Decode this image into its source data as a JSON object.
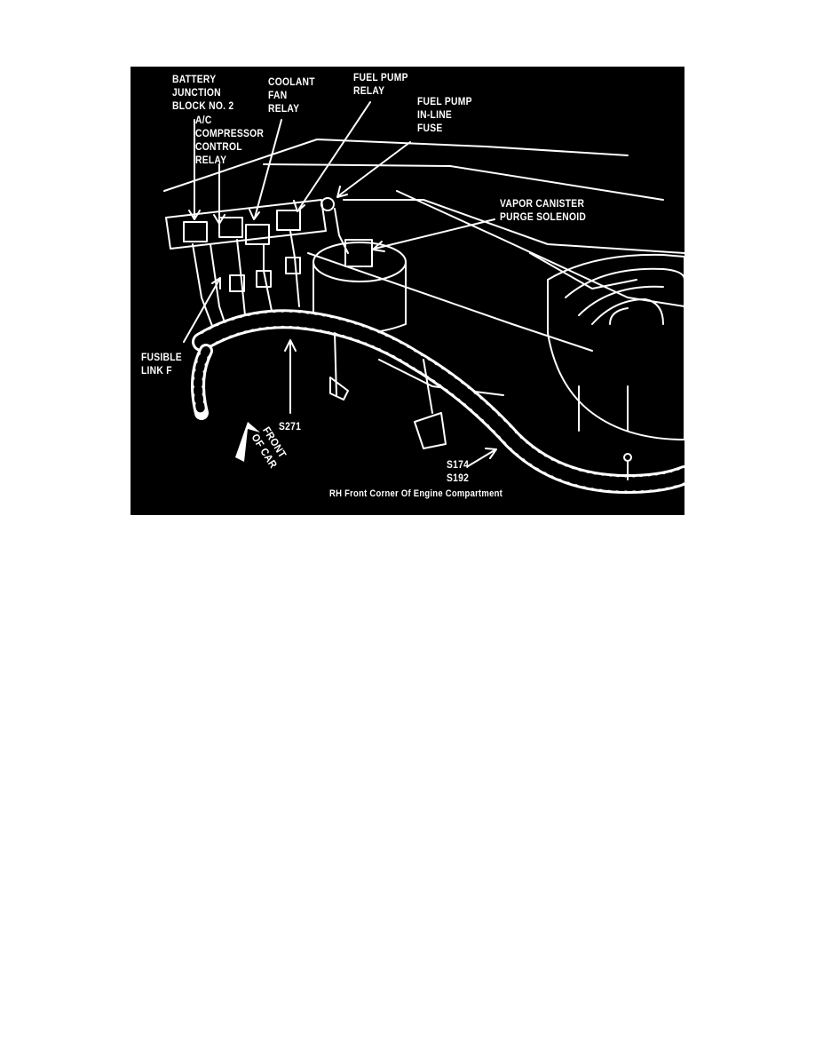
{
  "diagram": {
    "colors": {
      "background": "#000000",
      "ink": "#ffffff",
      "page": "#ffffff"
    },
    "labels": {
      "battery_junction_block": [
        "BATTERY",
        "JUNCTION",
        "BLOCK NO. 2"
      ],
      "ac_compressor_relay": [
        "A/C",
        "COMPRESSOR",
        "CONTROL",
        "RELAY"
      ],
      "coolant_fan_relay": [
        "COOLANT",
        "FAN",
        "RELAY"
      ],
      "fuel_pump_relay": [
        "FUEL PUMP",
        "RELAY"
      ],
      "fuel_pump_inline_fuse": [
        "FUEL PUMP",
        "IN-LINE",
        "FUSE"
      ],
      "vapor_canister_purge_solenoid": [
        "VAPOR CANISTER",
        "PURGE SOLENOID"
      ],
      "fusible_link": [
        "FUSIBLE",
        "LINK F"
      ],
      "splice_s271": "S271",
      "front_of_car": [
        "FRONT",
        "OF CAR"
      ],
      "splice_s174_s192": [
        "S174",
        "S192"
      ],
      "caption": "RH Front Corner Of Engine Compartment"
    }
  }
}
